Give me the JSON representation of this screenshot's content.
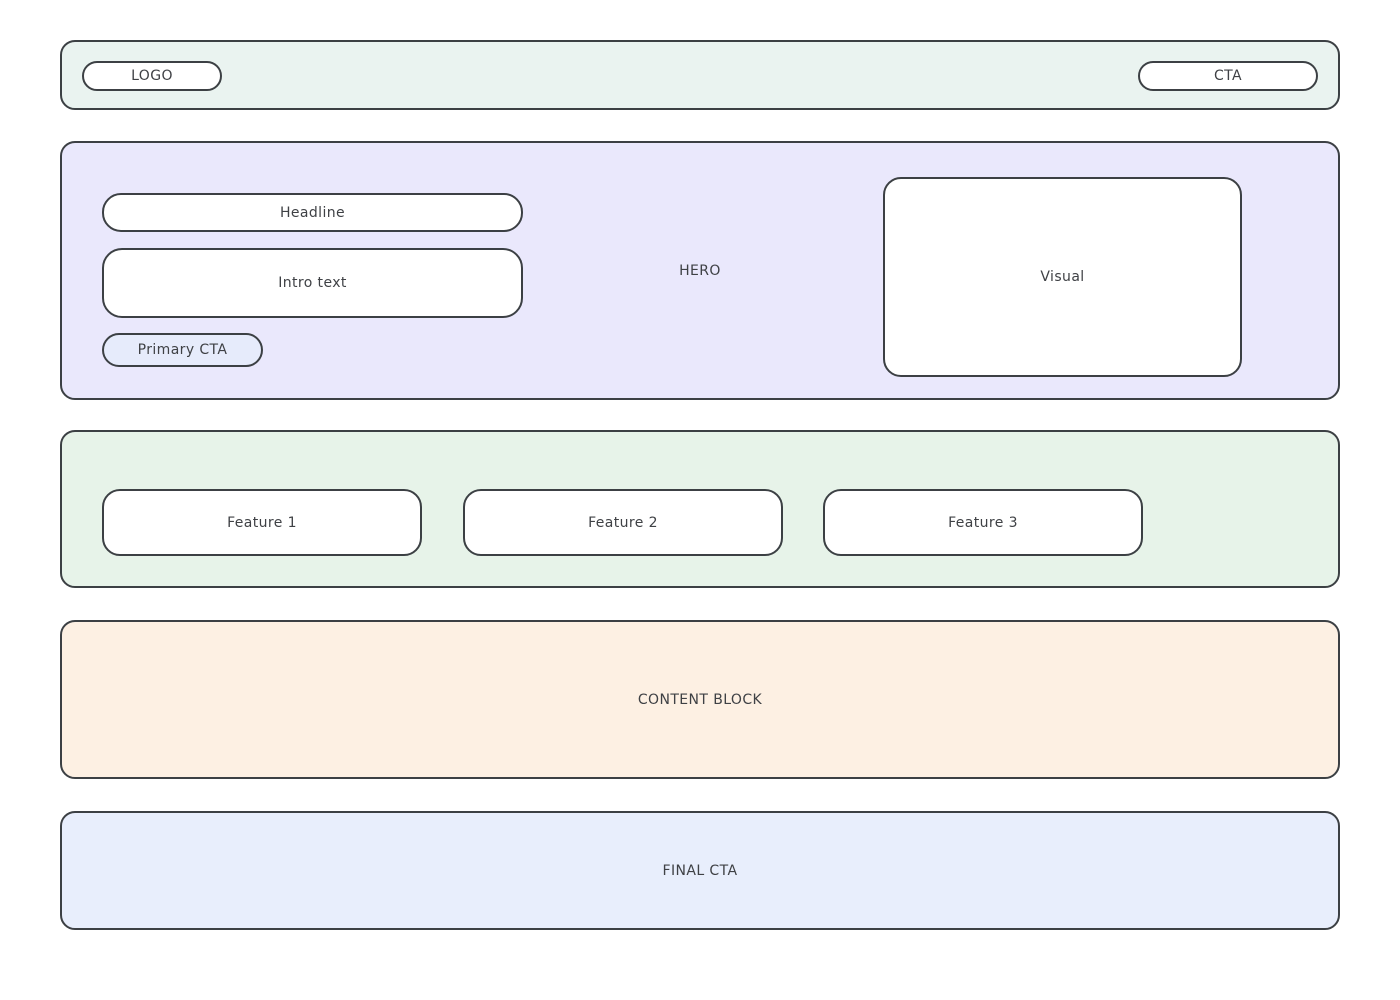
{
  "colors": {
    "border": "#3c4044",
    "text": "#3f4145",
    "topbar_bg": "#eaf3f0",
    "hero_bg": "#eae8fc",
    "primary_cta_bg": "#e6ebfb",
    "features_bg": "#e7f3e9",
    "content_bg": "#fdf0e3",
    "final_bg": "#e8eefc",
    "box_bg": "#ffffff"
  },
  "topbar": {
    "logo_label": "LOGO",
    "cta_label": "CTA"
  },
  "hero": {
    "section_label": "HERO",
    "headline_label": "Headline",
    "intro_label": "Intro text",
    "primary_cta_label": "Primary CTA",
    "visual_label": "Visual"
  },
  "features": {
    "items": [
      {
        "label": "Feature 1"
      },
      {
        "label": "Feature 2"
      },
      {
        "label": "Feature 3"
      }
    ]
  },
  "content_block": {
    "label": "CONTENT BLOCK"
  },
  "final_cta": {
    "label": "FINAL CTA"
  }
}
